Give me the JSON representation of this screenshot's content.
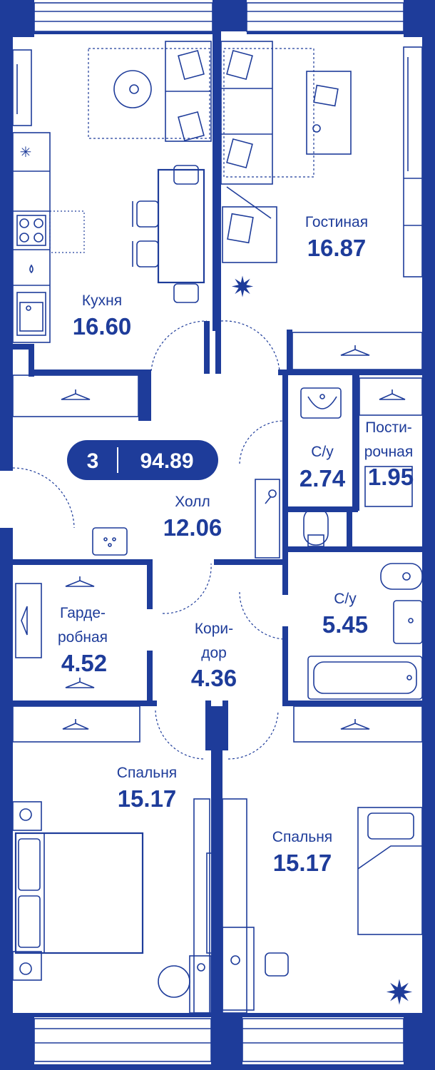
{
  "plan": {
    "rooms_count": "3",
    "total_area": "94.89",
    "brand_color": "#1e3c9a",
    "rooms": [
      {
        "id": "kitchen",
        "name": "Кухня",
        "area": "16.60"
      },
      {
        "id": "living",
        "name": "Гостиная",
        "area": "16.87"
      },
      {
        "id": "bath-small",
        "name": "С/у",
        "area": "2.74"
      },
      {
        "id": "laundry",
        "name_line1": "Пости-",
        "name_line2": "рочная",
        "area": "1.95"
      },
      {
        "id": "hall",
        "name": "Холл",
        "area": "12.06"
      },
      {
        "id": "wardrobe",
        "name_line1": "Гарде-",
        "name_line2": "робная",
        "area": "4.52"
      },
      {
        "id": "corridor",
        "name_line1": "Кори-",
        "name_line2": "дор",
        "area": "4.36"
      },
      {
        "id": "bath-large",
        "name": "С/у",
        "area": "5.45"
      },
      {
        "id": "bedroom-1",
        "name": "Спальня",
        "area": "15.17"
      },
      {
        "id": "bedroom-2",
        "name": "Спальня",
        "area": "15.17"
      }
    ]
  }
}
